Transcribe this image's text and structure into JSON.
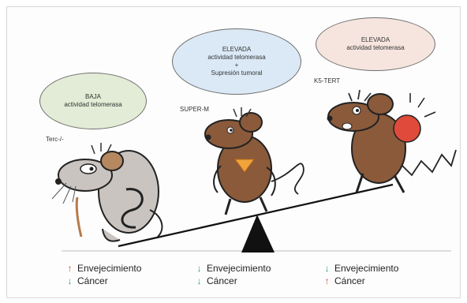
{
  "bubbles": {
    "left": {
      "lines": [
        "BAJA",
        "actividad telomerasa"
      ],
      "fill": "#e3ecd6"
    },
    "middle": {
      "lines": [
        "ELEVADA",
        "actividad telomerasa",
        "+",
        "Supresión tumoral"
      ],
      "fill": "#dbe9f6"
    },
    "right": {
      "lines": [
        "ELEVADA",
        "actividad telomerasa"
      ],
      "fill": "#f6e5df"
    }
  },
  "mouse_labels": {
    "left": "Terc-/-",
    "middle": "SUPER-M",
    "right": "K5-TERT"
  },
  "legends": [
    {
      "rows": [
        {
          "dir": "up",
          "text": "Envejecimiento"
        },
        {
          "dir": "down",
          "text": "Cáncer"
        }
      ]
    },
    {
      "rows": [
        {
          "dir": "down",
          "text": "Envejecimiento"
        },
        {
          "dir": "down",
          "text": "Cáncer"
        }
      ]
    },
    {
      "rows": [
        {
          "dir": "down",
          "text": "Envejecimiento"
        },
        {
          "dir": "up",
          "text": "Cáncer"
        }
      ]
    }
  ],
  "colors": {
    "up_arrow": "#e0453c",
    "down_arrow": "#2aa36b",
    "mouse_body": "#8a5a3b",
    "old_mouse_body": "#c9c4c0",
    "tumor": "#e04a3a"
  },
  "icons": {
    "up": "arrow-up-icon",
    "down": "arrow-down-icon"
  }
}
